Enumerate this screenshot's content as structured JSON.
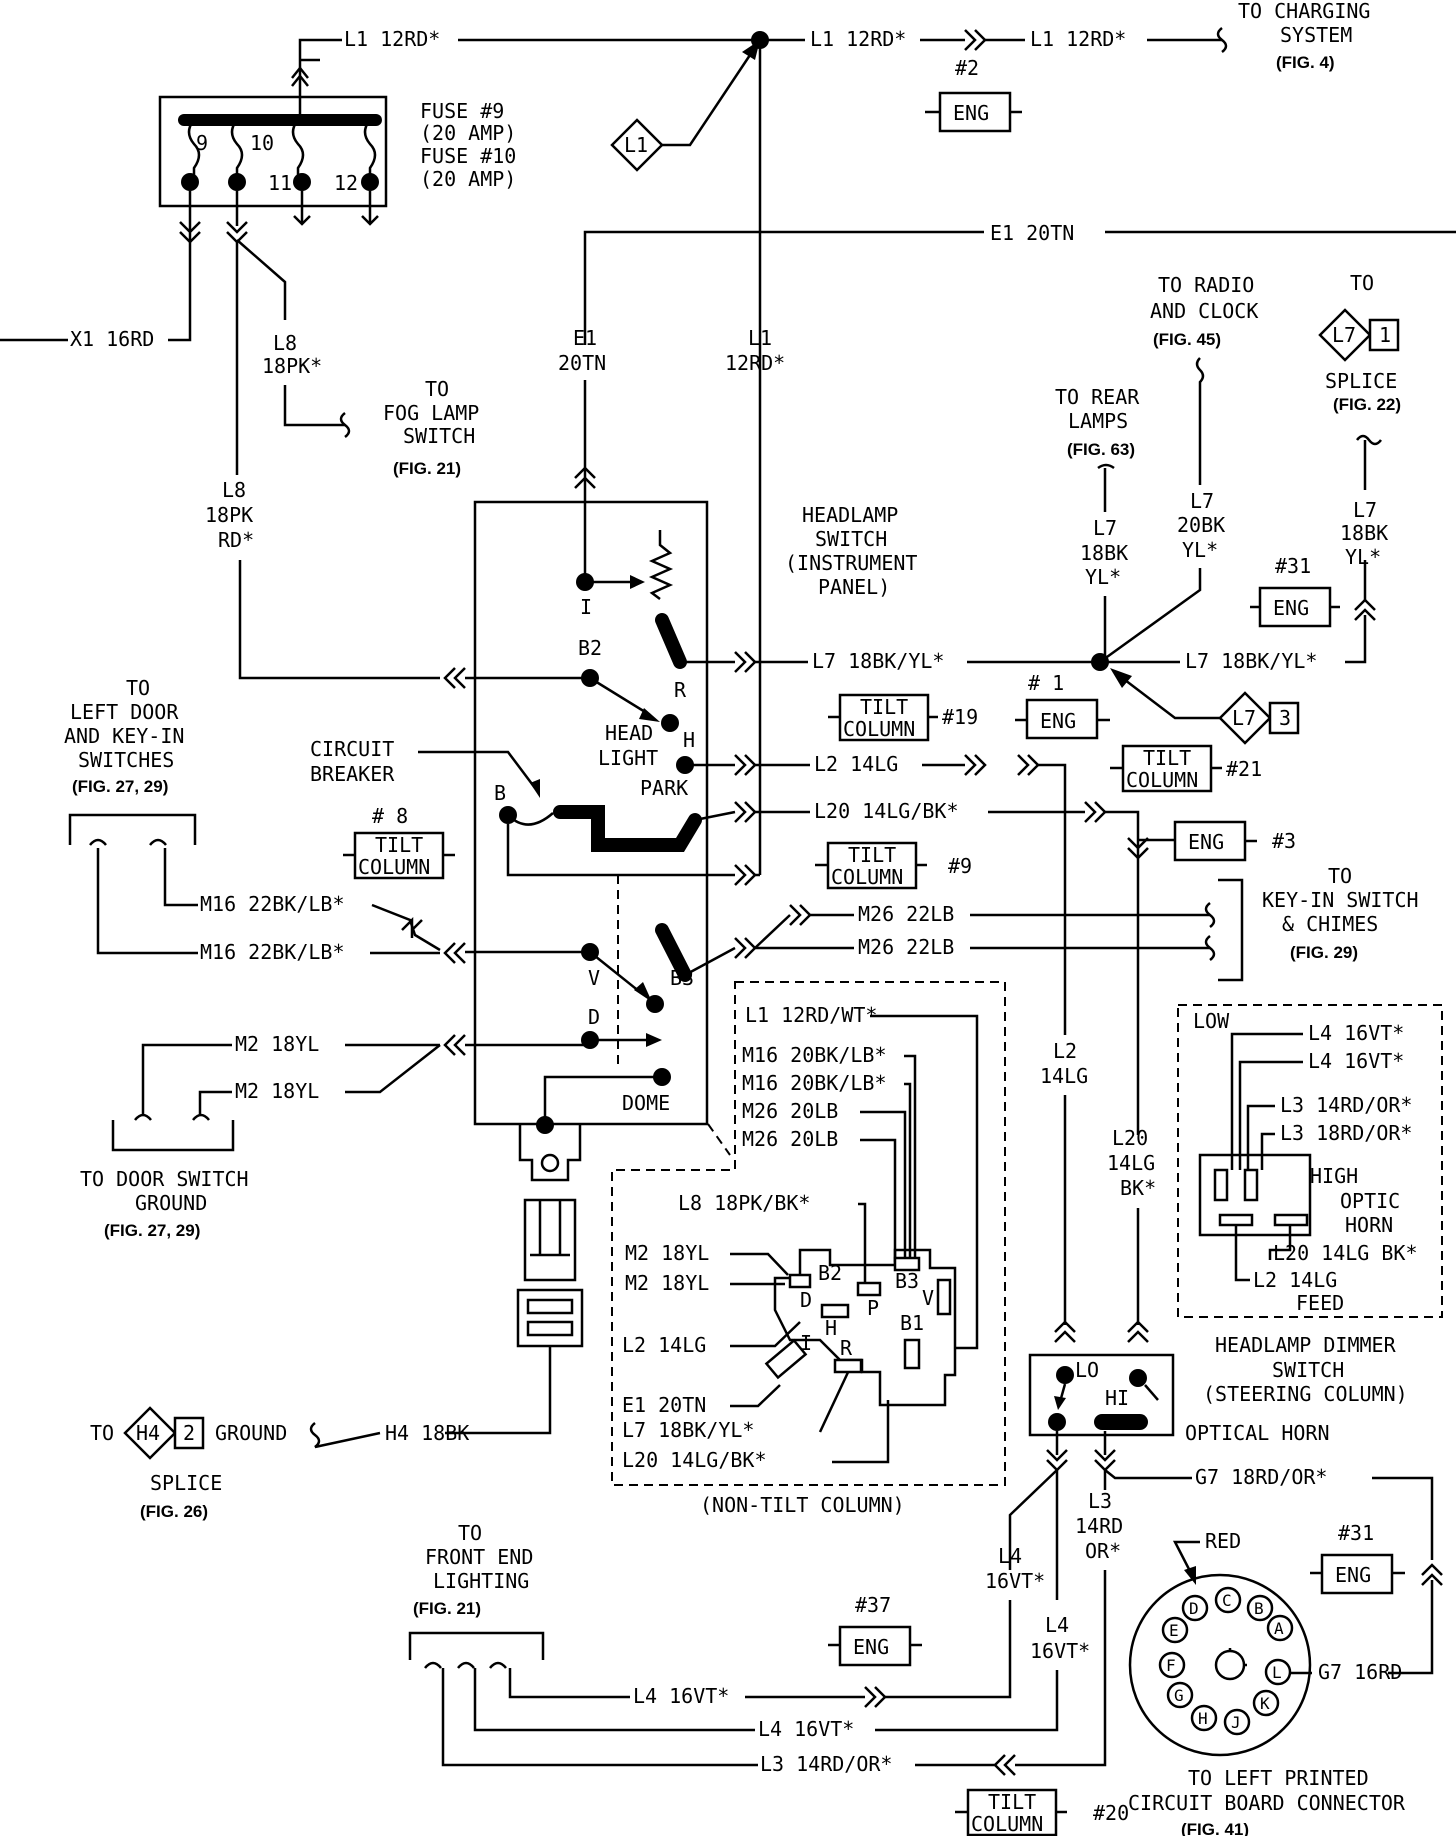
{
  "fuses": {
    "top_wire": "L1 12RD*",
    "label_1": "FUSE #9",
    "label_2": "(20 AMP)",
    "label_3": "FUSE #10",
    "label_4": "(20 AMP)",
    "terminals": [
      "9",
      "10",
      "11",
      "12"
    ]
  },
  "wires": {
    "l1_top_mid": "L1 12RD*",
    "l1_top_right": "L1 12RD*",
    "e1_horizontal": "E1 20TN",
    "x1": "X1 16RD",
    "l8_18pk_a": "L8",
    "l8_18pk_b": "18PK*",
    "e1_v_a": "E1",
    "e1_v_b": "20TN",
    "l1_v_a": "L1",
    "l1_v_b": "12RD*",
    "l8_left_a": "L8",
    "l8_left_b": "18PK",
    "l8_left_c": "RD*",
    "l7_rear_a": "L7",
    "l7_rear_b": "18BK",
    "l7_rear_c": "YL*",
    "l7_radio_a": "L7",
    "l7_radio_b": "20BK",
    "l7_radio_c": "YL*",
    "l7_splice_a": "L7",
    "l7_splice_b": "18BK",
    "l7_splice_c": "YL*",
    "l7_h_left": "L7 18BK/YL*",
    "l7_h_right": "L7 18BK/YL*",
    "l2_h": "L2 14LG",
    "l20_h": "L20 14LG/BK*",
    "m16_a": "M16 22BK/LB*",
    "m16_b": "M16 22BK/LB*",
    "m26_a": "M26 22LB",
    "m26_b": "M26 22LB",
    "m2_a": "M2 18YL",
    "m2_b": "M2 18YL",
    "l2_v_a": "L2",
    "l2_v_b": "14LG",
    "l20_v_a": "L20",
    "l20_v_b": "14LG",
    "l20_v_c": "BK*",
    "h4": "H4 18BK",
    "g7_a": "G7 18RD/OR*",
    "g7_b": "G7 16RD",
    "l4_v1_a": "L4",
    "l4_v1_b": "16VT*",
    "l4_v2_a": "L4",
    "l4_v2_b": "16VT*",
    "l3_v_a": "L3",
    "l3_v_b": "14RD",
    "l3_v_c": "OR*",
    "l4_h1": "L4 16VT*",
    "l4_h2": "L4 16VT*",
    "l3_h": "L3 14RD/OR*"
  },
  "destinations": {
    "charging": [
      "TO CHARGING",
      "SYSTEM",
      "(FIG. 4)"
    ],
    "fog": [
      "TO",
      "FOG LAMP",
      "SWITCH",
      "(FIG. 21)"
    ],
    "radio": [
      "TO RADIO",
      "AND CLOCK",
      "(FIG. 45)"
    ],
    "splice_l7": [
      "TO",
      "SPLICE",
      "(FIG. 22)"
    ],
    "rear": [
      "TO REAR",
      "LAMPS",
      "(FIG. 63)"
    ],
    "left_door": [
      "TO",
      "LEFT DOOR",
      "AND KEY-IN",
      "SWITCHES",
      "(FIG. 27, 29)"
    ],
    "key_in": [
      "TO",
      "KEY-IN SWITCH",
      "& CHIMES",
      "(FIG. 29)"
    ],
    "door_ground": [
      "TO DOOR SWITCH",
      "GROUND",
      "(FIG. 27, 29)"
    ],
    "splice_h4": [
      "TO",
      "GROUND",
      "SPLICE",
      "(FIG. 26)"
    ],
    "front_end": [
      "TO",
      "FRONT END",
      "LIGHTING",
      "(FIG. 21)"
    ],
    "printed": [
      "TO LEFT PRINTED",
      "CIRCUIT BOARD CONNECTOR",
      "(FIG. 41)"
    ]
  },
  "connectors": {
    "c2": "#2",
    "c31a": "#31",
    "c1": "# 1",
    "c3": "#3",
    "c8": "# 8",
    "c9": "#9",
    "c19": "#19",
    "c21": "#21",
    "c31b": "#31",
    "c37": "#37",
    "c20": "#20",
    "eng": "ENG",
    "tilt_1": "TILT",
    "tilt_2": "COLUMN"
  },
  "splices": {
    "l1": "L1",
    "l7_top_a": "L7",
    "l7_top_b": "1",
    "l7_mid_a": "L7",
    "l7_mid_b": "3",
    "h4_a": "H4",
    "h4_b": "2"
  },
  "headlamp_switch": {
    "title": [
      "HEADLAMP",
      "SWITCH",
      "(INSTRUMENT",
      "PANEL)"
    ],
    "terminals": {
      "i": "I",
      "r": "R",
      "b2": "B2",
      "h": "H",
      "head": "HEAD",
      "light": "LIGHT",
      "park": "PARK",
      "b": "B",
      "v": "V",
      "b3": "B3",
      "d": "D",
      "dome": "DOME"
    },
    "breaker": [
      "CIRCUIT",
      "BREAKER"
    ]
  },
  "non_tilt": {
    "caption": "(NON-TILT COLUMN)",
    "wires": [
      "L1 12RD/WT*",
      "M16 20BK/LB*",
      "M16 20BK/LB*",
      "M26 20LB",
      "M26 20LB",
      "L8 18PK/BK*",
      "M2 18YL",
      "M2 18YL",
      "L2 14LG",
      "E1 20TN",
      "L7 18BK/YL*",
      "L20 14LG/BK*"
    ],
    "pins": {
      "b2": "B2",
      "b3": "B3",
      "d": "D",
      "p": "P",
      "v": "V",
      "h": "H",
      "i": "I",
      "r": "R",
      "b1": "B1"
    }
  },
  "dimmer": {
    "title": [
      "HEADLAMP DIMMER",
      "SWITCH",
      "(STEERING COLUMN)"
    ],
    "lo": "LO",
    "hi": "HI",
    "optical": "OPTICAL HORN"
  },
  "optic_horn": {
    "low": "LOW",
    "high": "HIGH",
    "optic": "OPTIC",
    "horn": "HORN",
    "feed": "FEED",
    "wires": [
      "L4 16VT*",
      "L4 16VT*",
      "L3 14RD/OR*",
      "L3 18RD/OR*",
      "L20 14LG BK*",
      "L2 14LG"
    ]
  },
  "round_connector": {
    "red": "RED",
    "pins": [
      "A",
      "B",
      "C",
      "D",
      "E",
      "F",
      "G",
      "H",
      "J",
      "K",
      "L"
    ]
  }
}
